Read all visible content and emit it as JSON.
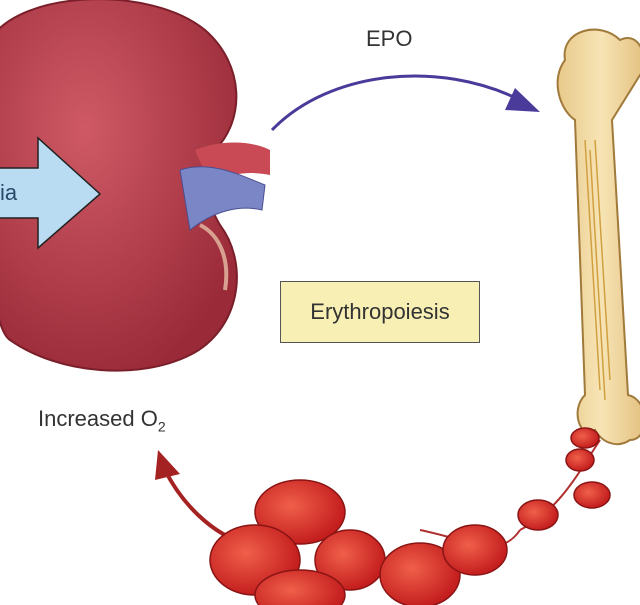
{
  "labels": {
    "hypoxia_fragment": "ia",
    "epo": "EPO",
    "erythropoiesis": "Erythropoiesis",
    "increased_o2": "Increased O",
    "o2_subscript": "2"
  },
  "colors": {
    "kidney": "#b23a48",
    "hypoxia_arrow": "#b9dcf2",
    "epo_arrow": "#4a3a9a",
    "o2_arrow": "#a52222",
    "bone": "#f1d9a0",
    "red_cell": "#d8332c",
    "label_box": "#f8efb4"
  }
}
